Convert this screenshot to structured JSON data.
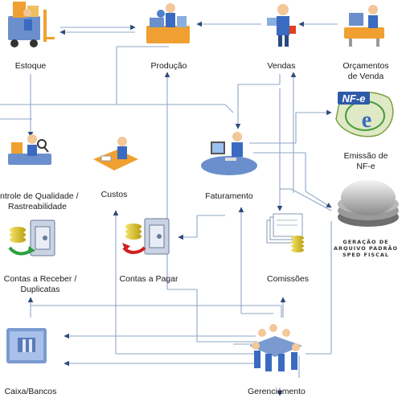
{
  "nodes": {
    "estoque": {
      "label": "Estoque",
      "icon": "forklift-warehouse-icon"
    },
    "producao": {
      "label": "Produção",
      "icon": "production-worker-icon"
    },
    "vendas": {
      "label": "Vendas",
      "icon": "sales-person-icon"
    },
    "orcamentos": {
      "label_line1": "Orçamentos",
      "label_line2": "de Venda",
      "icon": "quote-desk-icon"
    },
    "controle": {
      "label_line1": "ntrole de Qualidade /",
      "label_line2": "Rastreabilidade",
      "icon": "quality-inspection-icon"
    },
    "custos": {
      "label": "Custos",
      "icon": "cost-desk-icon"
    },
    "faturamento": {
      "label": "Faturamento",
      "icon": "billing-workstation-icon"
    },
    "emissao": {
      "label_line1": "Emissão de",
      "label_line2": "NF-e",
      "icon": "nfe-logo-icon",
      "logo_text": "NF-e"
    },
    "sped": {
      "line1": "GERAÇÃO DE",
      "line2": "ARQUIVO PADRÃO",
      "line3": "SPED FISCAL",
      "icon": "sped-disk-icon"
    },
    "receber": {
      "label_line1": "Contas a Receber /",
      "label_line2": "Duplicatas",
      "icon": "safe-coins-in-icon"
    },
    "pagar": {
      "label": "Contas a Pagar",
      "icon": "safe-coins-out-icon"
    },
    "comissoes": {
      "label": "Comissões",
      "icon": "commission-documents-icon"
    },
    "caixa": {
      "label": "Caixa/Bancos",
      "icon": "bank-building-icon"
    },
    "gerenciamento": {
      "label": "Gerenciamento",
      "icon": "management-meeting-icon"
    }
  },
  "colors": {
    "line": "#8fa7c6",
    "arrow": "#2e4a7a",
    "icon_blue": "#4a78c2",
    "icon_orange": "#f0a030",
    "coin": "#d8c020"
  }
}
